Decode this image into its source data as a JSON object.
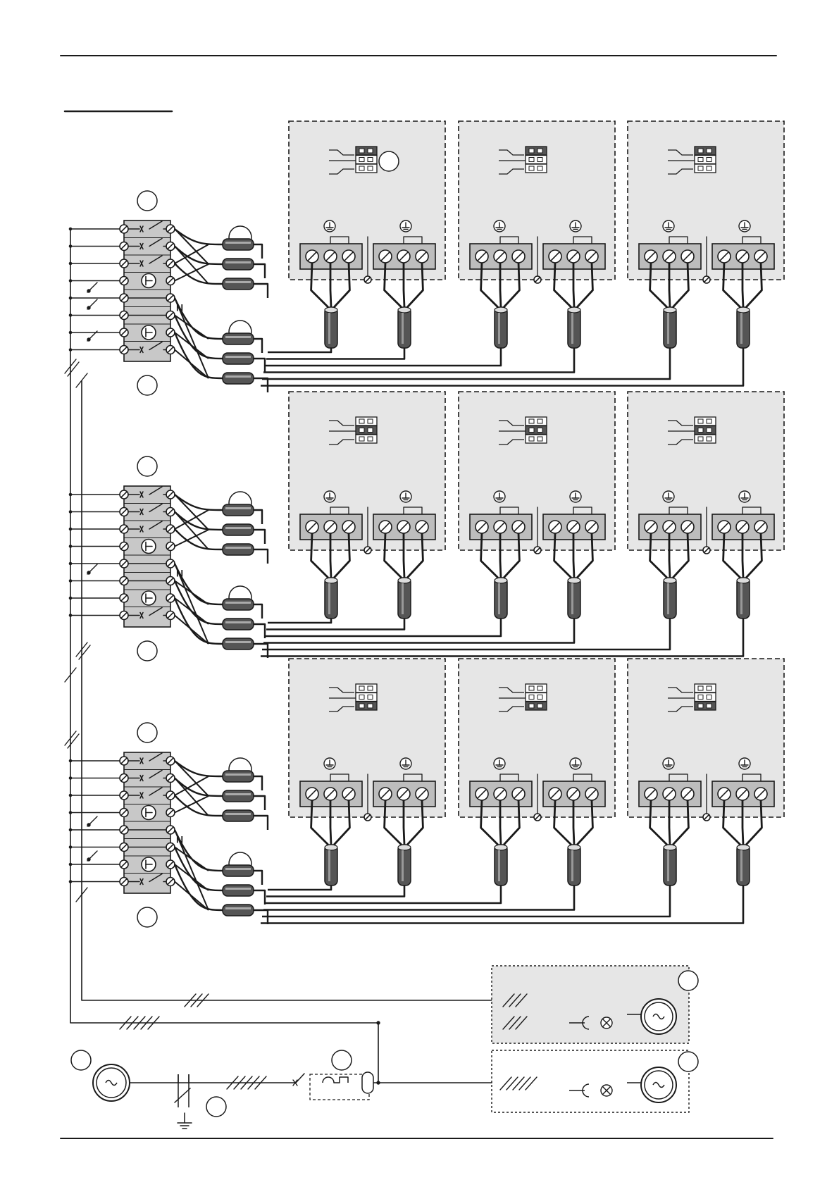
{
  "diagram": {
    "neutral_label": "N",
    "colors": {
      "line": "#1a1a1a",
      "unit_fill": "#e6e6e6",
      "strip_fill": "#c8c8c8",
      "terminal_fill": "#bdbdbd",
      "jumper_active": "#555555"
    },
    "icons": {
      "earth": "ground-icon",
      "generator": "ac-source-icon",
      "lamp": "lamp-icon",
      "switch": "switch-icon",
      "screw": "screw-terminal-icon",
      "fuse": "fuse-icon"
    },
    "rows": [
      {
        "active_jumper_row": 0
      },
      {
        "active_jumper_row": 1
      },
      {
        "active_jumper_row": 2
      }
    ]
  }
}
